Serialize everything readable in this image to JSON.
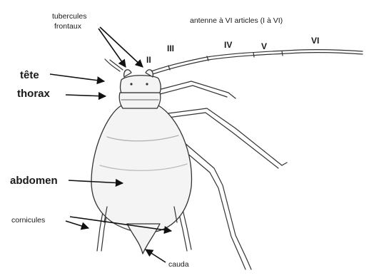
{
  "labels": {
    "tubercules_line1": "tubercules",
    "tubercules_line2": "frontaux",
    "antenne": "antenne à VI articles (I à VI)",
    "tete": "tête",
    "thorax": "thorax",
    "abdomen": "abdomen",
    "cornicules": "cornicules",
    "cauda": "cauda"
  },
  "antenna_segments": [
    "II",
    "III",
    "IV",
    "V",
    "VI"
  ]
}
